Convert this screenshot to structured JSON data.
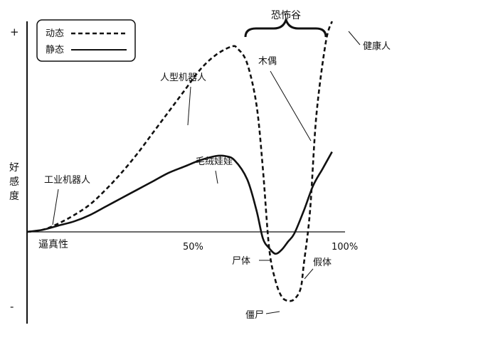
{
  "chart_data": {
    "type": "line",
    "title": "",
    "xlabel": "逼真性",
    "ylabel": "好感度",
    "y_top_symbol": "+",
    "y_bottom_symbol": "-",
    "x_ticks": [
      {
        "value": 50,
        "label": "50%"
      },
      {
        "value": 100,
        "label": "100%"
      }
    ],
    "xlim": [
      0,
      100
    ],
    "ylim": [
      -100,
      100
    ],
    "grid": false,
    "legend_position": "top-left",
    "series": [
      {
        "name": "动态",
        "style": "dashed",
        "points": [
          [
            0,
            0
          ],
          [
            5,
            1
          ],
          [
            10,
            4
          ],
          [
            15,
            8
          ],
          [
            20,
            13
          ],
          [
            25,
            20
          ],
          [
            30,
            28
          ],
          [
            35,
            37
          ],
          [
            40,
            47
          ],
          [
            45,
            57
          ],
          [
            50,
            67
          ],
          [
            55,
            77
          ],
          [
            60,
            84
          ],
          [
            65,
            88
          ],
          [
            67,
            87
          ],
          [
            70,
            80
          ],
          [
            73,
            60
          ],
          [
            75,
            30
          ],
          [
            77,
            -20
          ],
          [
            79,
            -60
          ],
          [
            81,
            -80
          ],
          [
            83,
            -85
          ],
          [
            85,
            -83
          ],
          [
            87,
            -70
          ],
          [
            88,
            -40
          ],
          [
            90,
            10
          ],
          [
            92,
            55
          ],
          [
            95,
            90
          ],
          [
            97,
            100
          ]
        ]
      },
      {
        "name": "静态",
        "style": "solid",
        "points": [
          [
            0,
            0
          ],
          [
            5,
            1
          ],
          [
            10,
            3
          ],
          [
            15,
            5
          ],
          [
            20,
            8
          ],
          [
            25,
            12
          ],
          [
            30,
            16
          ],
          [
            35,
            20
          ],
          [
            40,
            24
          ],
          [
            45,
            28
          ],
          [
            50,
            31
          ],
          [
            55,
            34
          ],
          [
            60,
            36
          ],
          [
            63,
            36
          ],
          [
            66,
            34
          ],
          [
            70,
            25
          ],
          [
            73,
            10
          ],
          [
            75,
            -8
          ],
          [
            77,
            -20
          ],
          [
            79,
            -27
          ],
          [
            81,
            -22
          ],
          [
            83,
            -12
          ],
          [
            85,
            -2
          ],
          [
            88,
            10
          ],
          [
            91,
            22
          ],
          [
            94,
            30
          ],
          [
            97,
            38
          ]
        ]
      }
    ],
    "annotations": [
      {
        "text": "工业机器人",
        "target": [
          8,
          2
        ]
      },
      {
        "text": "人型机器人",
        "target": [
          50,
          67
        ]
      },
      {
        "text": "毛绒娃娃",
        "target": [
          60,
          36
        ]
      },
      {
        "text": "恐怖谷",
        "range": [
          68,
          92
        ]
      },
      {
        "text": "木偶",
        "target": [
          90,
          55
        ]
      },
      {
        "text": "健康人",
        "target": [
          97,
          100
        ]
      },
      {
        "text": "尸体",
        "target": [
          75,
          -20
        ]
      },
      {
        "text": "假体",
        "target": [
          86,
          -40
        ]
      },
      {
        "text": "僵尸",
        "target": [
          83,
          -85
        ]
      }
    ]
  }
}
